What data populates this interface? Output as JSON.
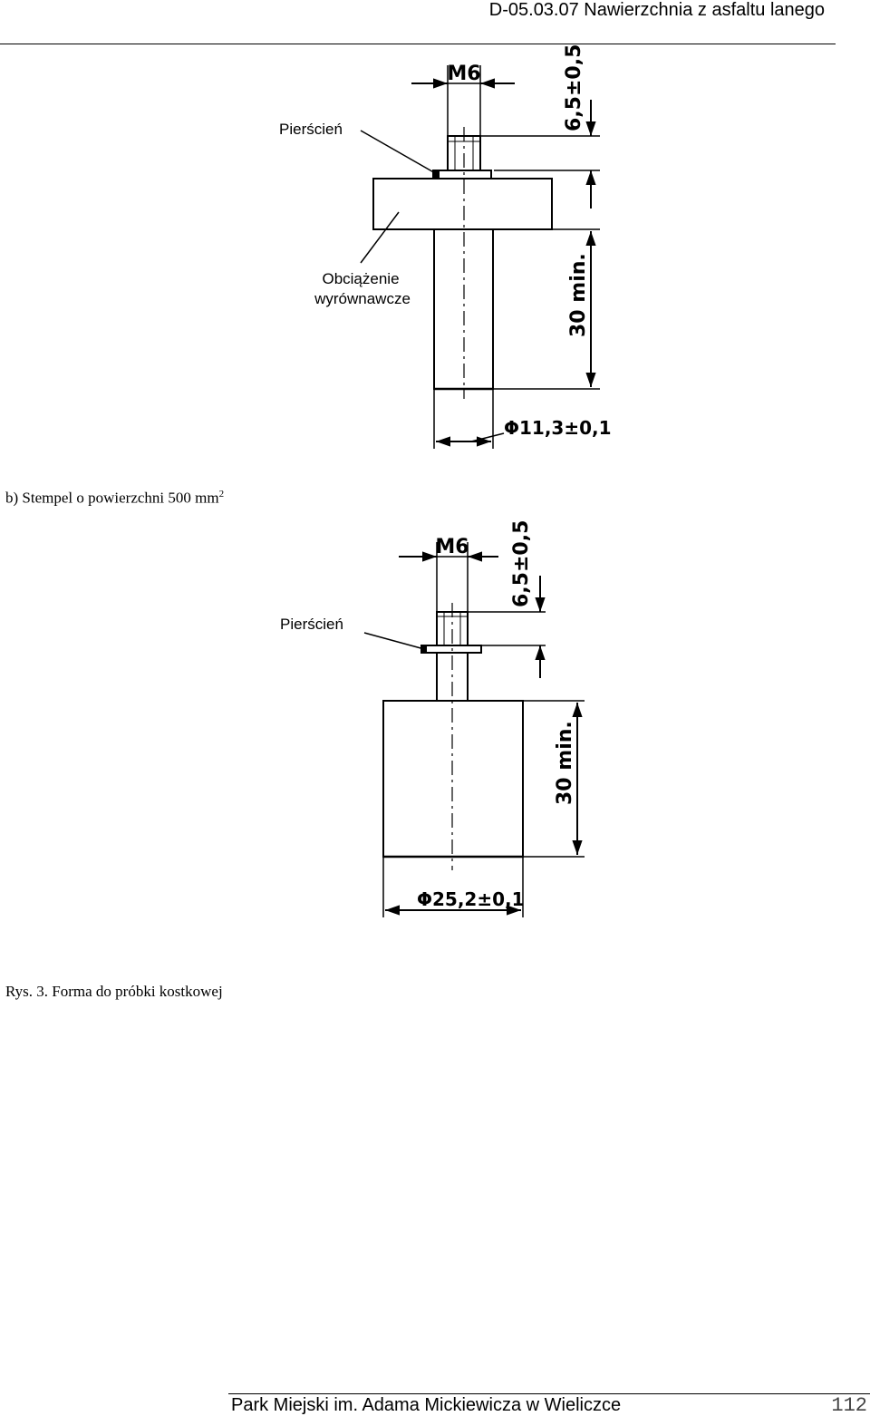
{
  "header": {
    "title": "D-05.03.07 Nawierzchnia z asfaltu lanego"
  },
  "figure_a": {
    "thread_label": "M6",
    "height_tol_label": "6,5±0,5",
    "ring_label": "Pierścień",
    "load_label_line1": "Obciążenie",
    "load_label_line2": "wyrównawcze",
    "length_label": "30 min.",
    "diameter_label": "Φ11,3±0,1"
  },
  "caption_b": {
    "text": "b) Stempel o powierzchni 500 mm",
    "superscript": "2"
  },
  "figure_b": {
    "thread_label": "M6",
    "height_tol_label": "6,5±0,5",
    "ring_label": "Pierścień",
    "length_label": "30 min.",
    "diameter_label": "Φ25,2±0,1"
  },
  "figure_caption": {
    "text": "Rys. 3. Forma do próbki kostkowej"
  },
  "footer": {
    "text": "Park Miejski im. Adama Mickiewicza w Wieliczce",
    "page_number": "112"
  }
}
